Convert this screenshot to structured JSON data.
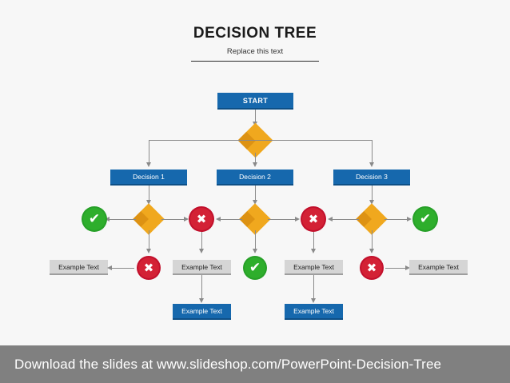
{
  "header": {
    "title": "DECISION TREE",
    "subtitle": "Replace this text"
  },
  "colors": {
    "blue": "#1668ad",
    "amber": "#f0a81e",
    "green": "#27a028",
    "red": "#c2102c",
    "gray_box": "#d5d5d5",
    "footer_gray": "#808080",
    "connector": "#8a8a8a",
    "canvas": "#f7f7f7"
  },
  "diagram": {
    "start_label": "START",
    "decisions": [
      {
        "label": "Decision 1"
      },
      {
        "label": "Decision 2"
      },
      {
        "label": "Decision 3"
      }
    ],
    "gray_boxes": [
      {
        "label": "Example Text"
      },
      {
        "label": "Example Text"
      },
      {
        "label": "Example Text"
      },
      {
        "label": "Example Text"
      }
    ],
    "blue_leaf_boxes": [
      {
        "label": "Example Text"
      },
      {
        "label": "Example Text"
      }
    ],
    "outcome_icons": {
      "check": "check-mark",
      "cross": "cross-mark",
      "check_glyph": "✔",
      "cross_glyph": "✖"
    },
    "root_diamond": "decision-diamond",
    "branch_diamonds": 3
  },
  "footer": {
    "text": "Download the slides at www.slideshop.com/PowerPoint-Decision-Tree"
  }
}
